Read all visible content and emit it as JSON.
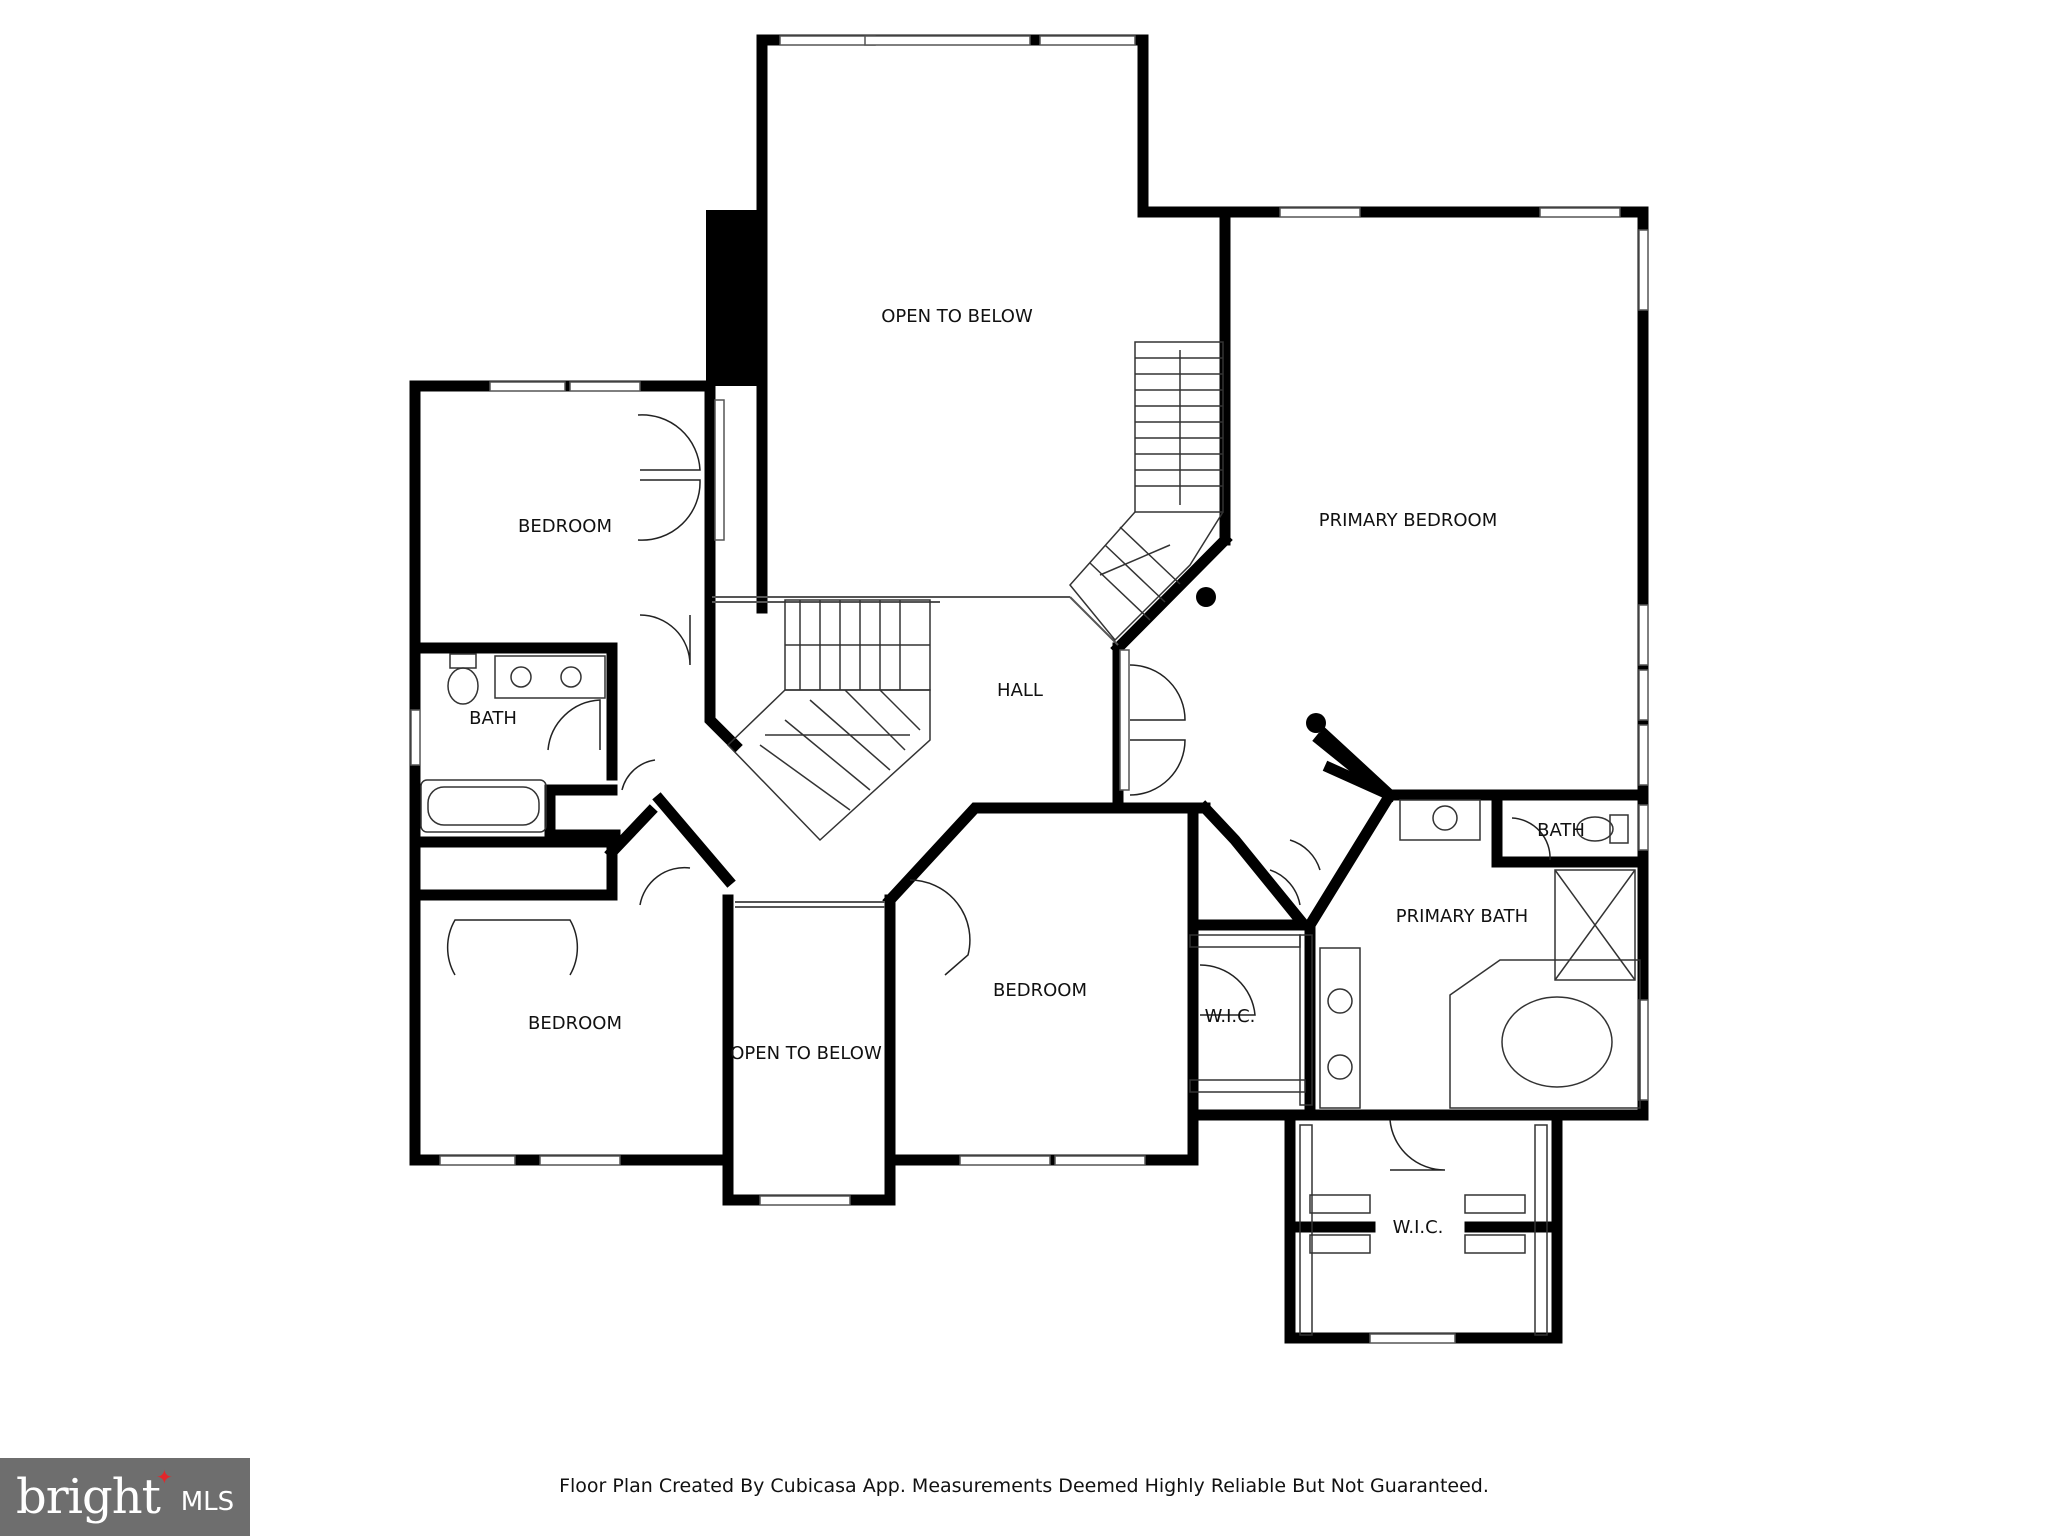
{
  "rooms": {
    "open_below_top": "OPEN TO BELOW",
    "primary_bedroom": "PRIMARY BEDROOM",
    "bedroom_nw": "BEDROOM",
    "bath_w": "BATH",
    "hall": "HALL",
    "bedroom_sw": "BEDROOM",
    "open_below_bottom": "OPEN TO BELOW",
    "bedroom_s": "BEDROOM",
    "wic_small": "W.I.C.",
    "primary_bath": "PRIMARY BATH",
    "bath_e": "BATH",
    "wic_large": "W.I.C."
  },
  "caption": "Floor Plan Created By Cubicasa App. Measurements Deemed Highly Reliable But Not Guaranteed.",
  "logo": {
    "text": "bright",
    "suffix": "MLS"
  },
  "colors": {
    "wall": "#000000",
    "logo_bg": "#6e6e6e",
    "logo_accent": "#e3262b"
  }
}
